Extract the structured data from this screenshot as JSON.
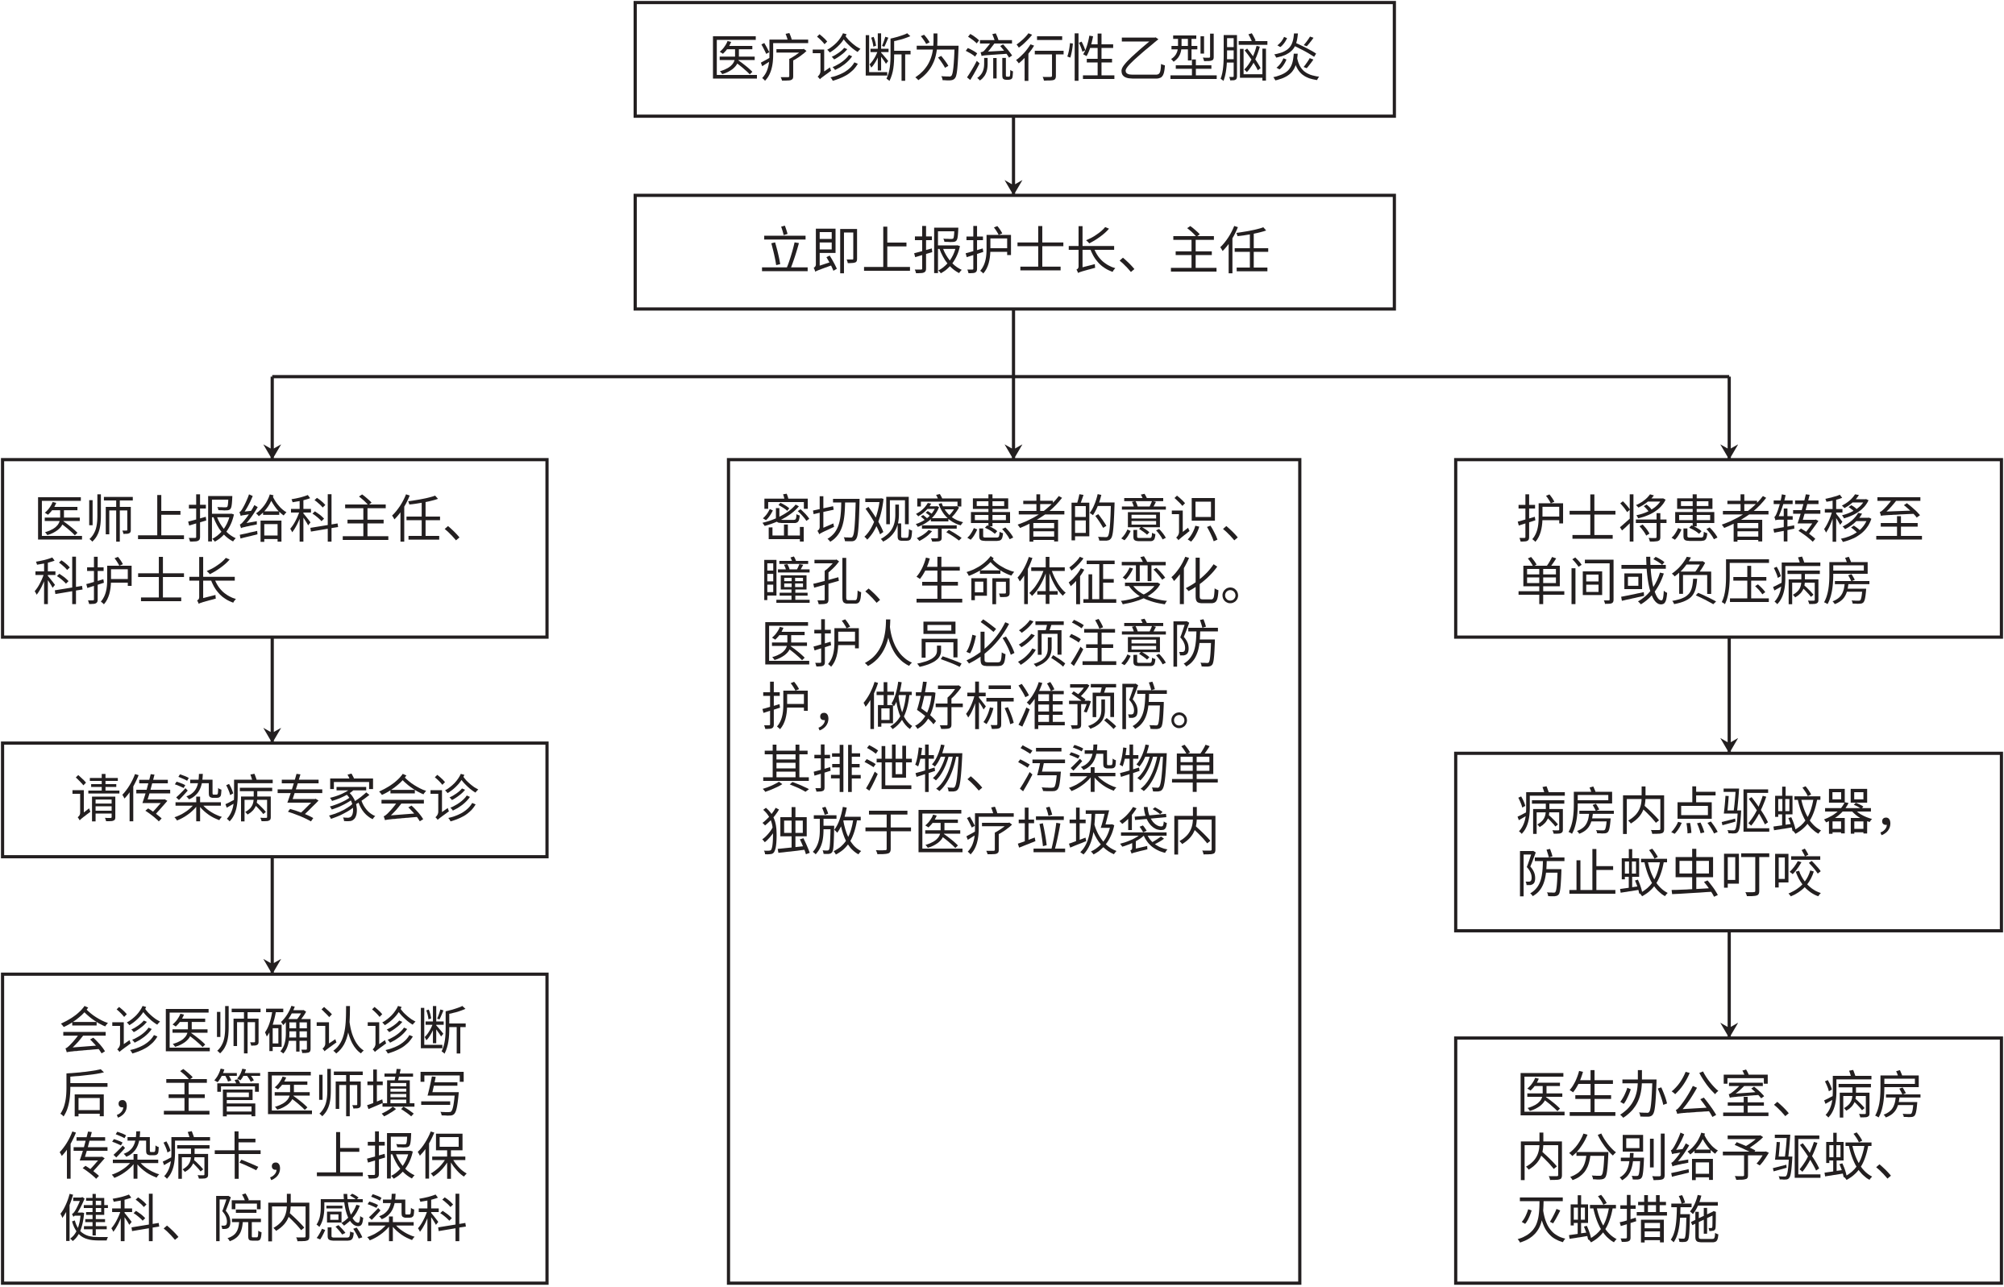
{
  "nodes": {
    "diagnosis": {
      "lines": [
        "医疗诊断为流行性乙型脑炎"
      ]
    },
    "report_head": {
      "lines": [
        "立即上报护士长、主任"
      ]
    },
    "physician_report": {
      "lines": [
        "医师上报给科主任、",
        "科护士长"
      ]
    },
    "consult": {
      "lines": [
        "请传染病专家会诊"
      ]
    },
    "confirm": {
      "lines": [
        "会诊医师确认诊断",
        "后，主管医师填写",
        "传染病卡，上报保",
        "健科、院内感染科"
      ]
    },
    "observe": {
      "lines": [
        "密切观察患者的意识、",
        "瞳孔、生命体征变化。",
        "医护人员必须注意防",
        "护，做好标准预防。",
        "其排泄物、污染物单",
        "独放于医疗垃圾袋内"
      ]
    },
    "transfer": {
      "lines": [
        "护士将患者转移至",
        "单间或负压病房"
      ]
    },
    "repellent": {
      "lines": [
        "病房内点驱蚊器，",
        "防止蚊虫叮咬"
      ]
    },
    "office": {
      "lines": [
        "医生办公室、病房",
        "内分别给予驱蚊、",
        "灭蚊措施"
      ]
    }
  },
  "colors": {
    "line": "#231f20",
    "background": "#ffffff"
  }
}
